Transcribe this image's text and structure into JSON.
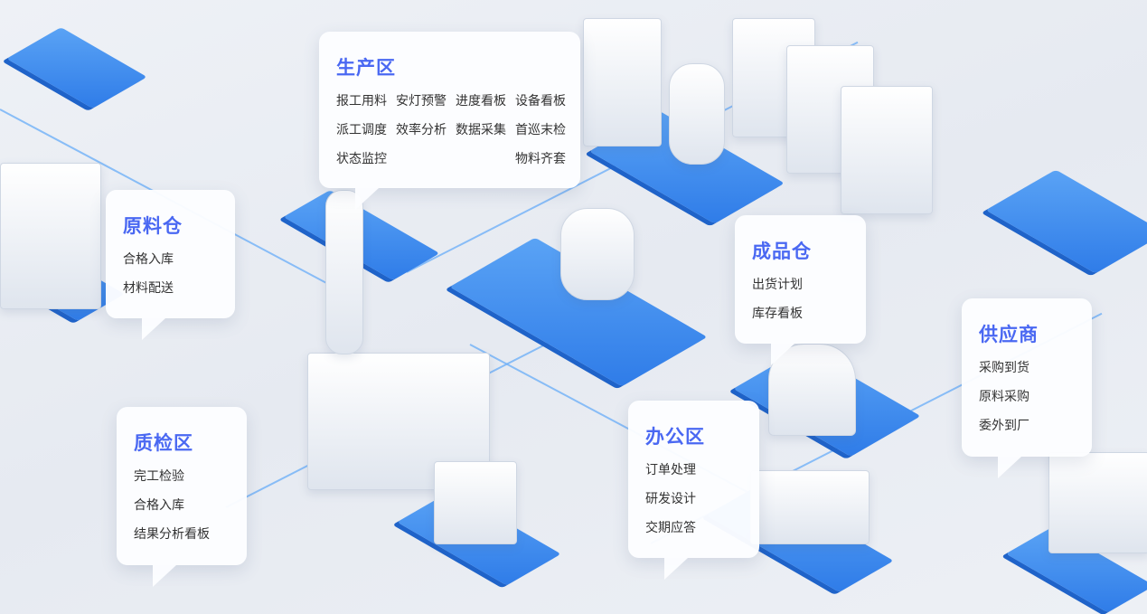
{
  "zones": {
    "production": {
      "title": "生产区",
      "items": [
        "报工用料",
        "安灯预警",
        "进度看板",
        "设备看板",
        "派工调度",
        "效率分析",
        "数据采集",
        "首巡末检",
        "状态监控",
        "",
        "",
        "物料齐套"
      ]
    },
    "raw_warehouse": {
      "title": "原料仓",
      "items": [
        "合格入库",
        "材料配送"
      ]
    },
    "finished_warehouse": {
      "title": "成品仓",
      "items": [
        "出货计划",
        "库存看板"
      ]
    },
    "supplier": {
      "title": "供应商",
      "items": [
        "采购到货",
        "原料采购",
        "委外到厂"
      ]
    },
    "office": {
      "title": "办公区",
      "items": [
        "订单处理",
        "研发设计",
        "交期应答"
      ]
    },
    "quality": {
      "title": "质检区",
      "items": [
        "完工检验",
        "合格入库",
        "结果分析看板"
      ]
    }
  },
  "colors": {
    "accent": "#4a68f2",
    "platform": "#2f7ce8"
  }
}
